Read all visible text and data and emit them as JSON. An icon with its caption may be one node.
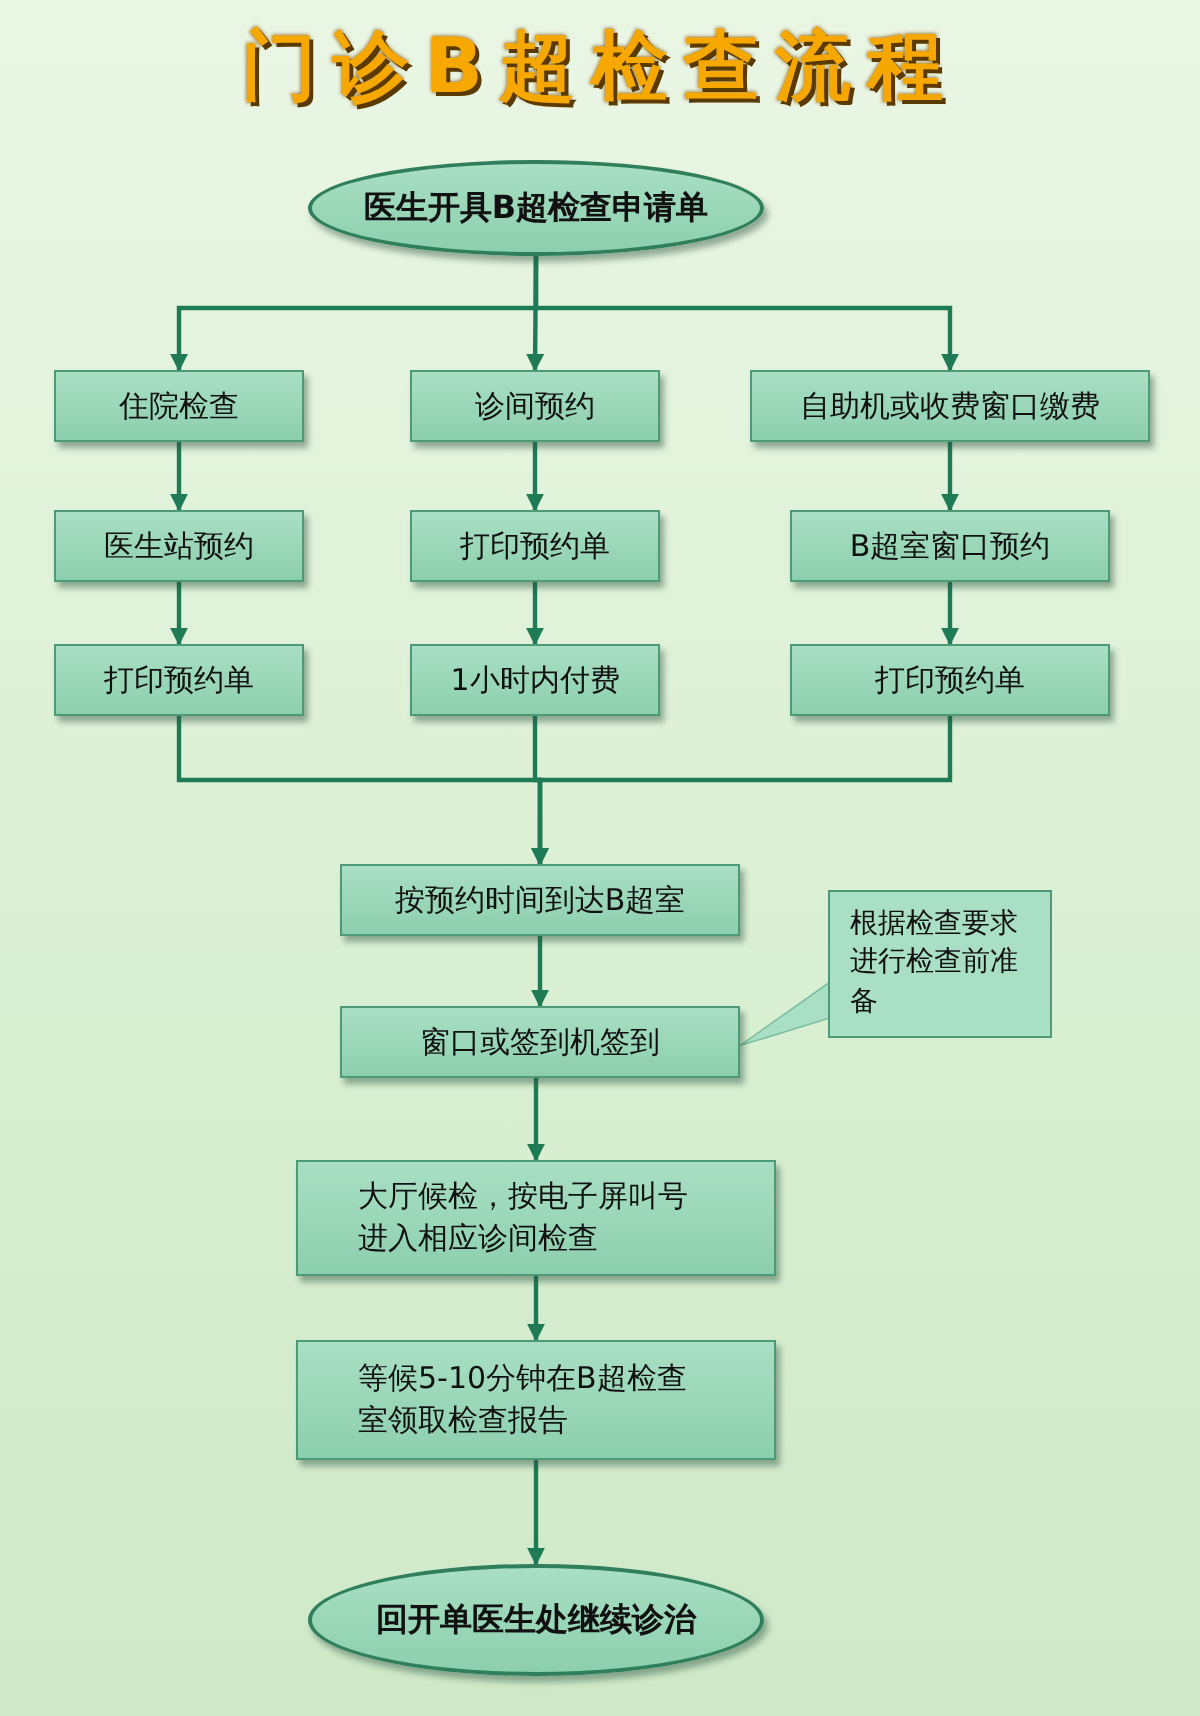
{
  "diagram": {
    "title": "门诊B超检查流程",
    "nodes": [
      {
        "text": [
          "医生开具B超检查申请单"
        ]
      },
      {
        "text": [
          "住院检查"
        ]
      },
      {
        "text": [
          "诊间预约"
        ]
      },
      {
        "text": [
          "自助机或收费窗口缴费"
        ]
      },
      {
        "text": [
          "医生站预约"
        ]
      },
      {
        "text": [
          "打印预约单"
        ]
      },
      {
        "text": [
          "B超室窗口预约"
        ]
      },
      {
        "text": [
          "打印预约单"
        ]
      },
      {
        "text": [
          "1小时内付费"
        ]
      },
      {
        "text": [
          "打印预约单"
        ]
      },
      {
        "text": [
          "按预约时间到达B超室"
        ]
      },
      {
        "text": [
          "窗口或签到机签到"
        ]
      },
      {
        "text": [
          "大厅候检，按电子屏叫号进入相应诊间检查"
        ]
      },
      {
        "text": [
          "等候5-10分钟在B超检查室领取检查报告"
        ]
      },
      {
        "text": [
          "回开单医生处继续诊治"
        ]
      },
      {
        "text": [
          "根据检查要求进行检查前准备"
        ]
      }
    ],
    "edges": [
      {
        "from": 0,
        "to": 1,
        "arrow": "to"
      },
      {
        "from": 0,
        "to": 2,
        "arrow": "to"
      },
      {
        "from": 0,
        "to": 3,
        "arrow": "to"
      },
      {
        "from": 1,
        "to": 4,
        "arrow": "to"
      },
      {
        "from": 2,
        "to": 5,
        "arrow": "to"
      },
      {
        "from": 3,
        "to": 6,
        "arrow": "to"
      },
      {
        "from": 4,
        "to": 7,
        "arrow": "to"
      },
      {
        "from": 5,
        "to": 8,
        "arrow": "to"
      },
      {
        "from": 6,
        "to": 9,
        "arrow": "to"
      },
      {
        "from": 7,
        "to": 10,
        "arrow": "to"
      },
      {
        "from": 8,
        "to": 10,
        "arrow": "to"
      },
      {
        "from": 9,
        "to": 10,
        "arrow": "to"
      },
      {
        "from": 10,
        "to": 11,
        "arrow": "to"
      },
      {
        "from": 11,
        "to": 12,
        "arrow": "to"
      },
      {
        "from": 12,
        "to": 13,
        "arrow": "to"
      },
      {
        "from": 13,
        "to": 14,
        "arrow": "to"
      },
      {
        "from": 15,
        "to": 11,
        "arrow": "to"
      }
    ]
  }
}
